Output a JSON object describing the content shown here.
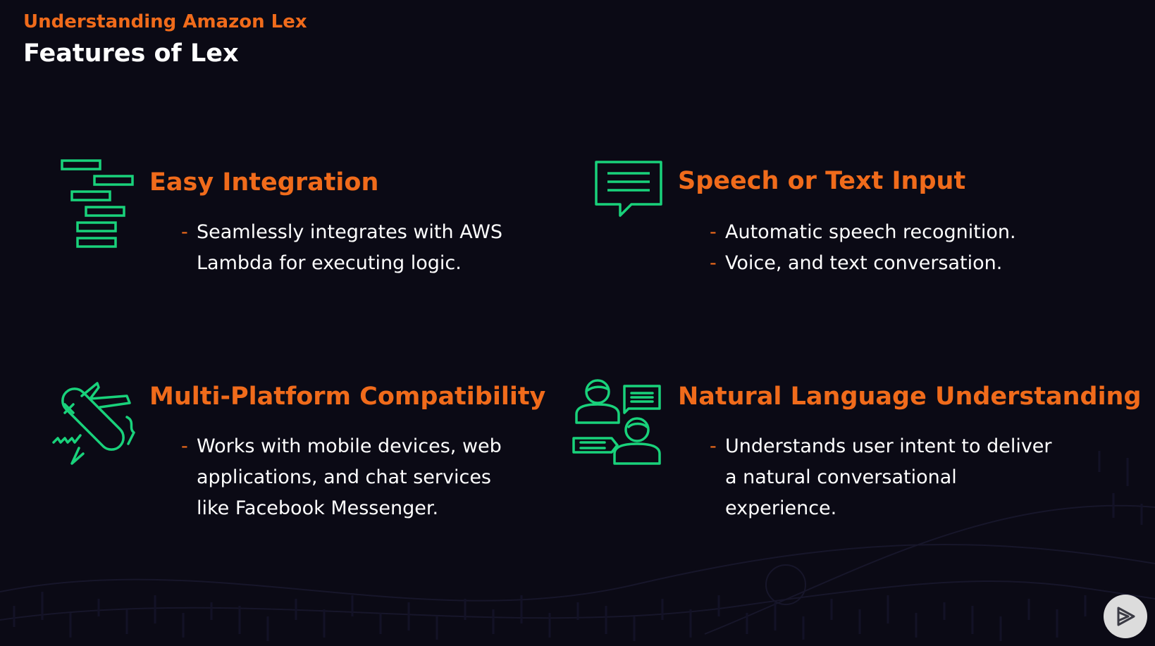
{
  "header": {
    "course_title": "Understanding Amazon Lex",
    "slide_title": "Features of Lex"
  },
  "colors": {
    "background": "#0b0a15",
    "accent_orange": "#f06b1b",
    "icon_green": "#19d27b",
    "text_white": "#ffffff"
  },
  "features": [
    {
      "title": "Easy Integration",
      "icon": "stacked-blocks-icon",
      "bullets": [
        "Seamlessly integrates with AWS Lambda for executing logic."
      ]
    },
    {
      "title": "Speech or Text Input",
      "icon": "chat-bubble-icon",
      "bullets": [
        "Automatic speech recognition.",
        "Voice, and text conversation."
      ]
    },
    {
      "title": "Multi-Platform Compatibility",
      "icon": "swiss-army-knife-icon",
      "bullets": [
        "Works with mobile devices, web applications, and chat services like Facebook Messenger."
      ]
    },
    {
      "title": "Natural Language Understanding",
      "icon": "people-conversation-icon",
      "bullets": [
        "Understands user intent to deliver a natural conversational experience."
      ]
    }
  ],
  "controls": {
    "play_icon": "play-icon"
  }
}
